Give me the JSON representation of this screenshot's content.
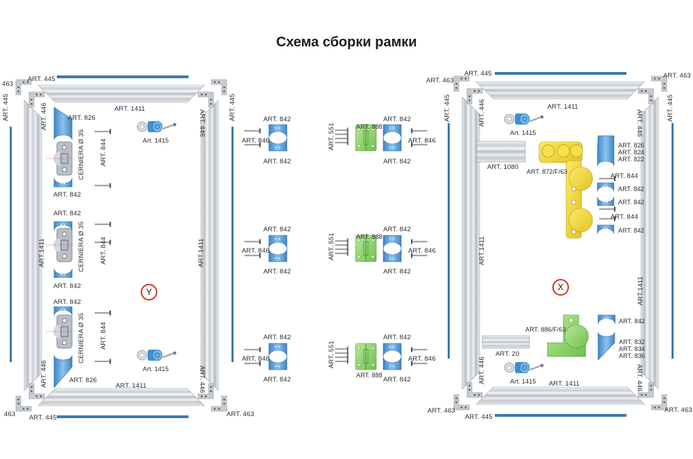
{
  "title": "Схема сборки рамки",
  "diagrams": {
    "left_frame": {
      "marker": "Y",
      "labels": {
        "art_463_tl": "463",
        "art_445_top": "ART. 445",
        "art_445_left": "ART. 445",
        "art_446_tl": "ART. 446",
        "art_826_top": "ART. 826",
        "art_1411_top": "ART. 1411",
        "art_1415_top": "Art. 1415",
        "art_446_tr": "ART. 446",
        "art_445_right": "ART. 445",
        "cerniera_1": "CERNIERA Ø 35",
        "art_844_1": "ART. 844",
        "art_842_1": "ART. 842",
        "art_842_2": "ART. 842",
        "art_1411_left": "ART.1411",
        "cerniera_2": "CERNIERA Ø 35",
        "art_844_2": "ART. 844",
        "art_842_3": "ART. 842",
        "art_1411_right": "ART.1411",
        "art_842_4": "ART. 842",
        "cerniera_3": "CERNIERA Ø 35",
        "art_844_3": "ART. 844",
        "art_1415_bottom": "Art. 1415",
        "art_446_bl": "ART. 446",
        "art_826_bottom": "ART. 826",
        "art_1411_bottom": "ART. 1411",
        "art_446_br": "ART. 446",
        "art_463_bl": "463",
        "art_445_bottom": "ART. 445",
        "art_463_br": "ART. 463"
      }
    },
    "middle_column": {
      "groups": [
        {
          "top": "ART. 842",
          "screws": "ART. 846",
          "bottom": "ART. 842"
        },
        {
          "top": "ART. 842",
          "screws": "ART. 846",
          "bottom": "ART. 842"
        },
        {
          "top": "ART. 842",
          "screws": "ART. 846",
          "bottom": "ART. 842"
        }
      ]
    },
    "hinge_column": {
      "groups": [
        {
          "screws": "ART. 551",
          "hinge": "ART. 888",
          "top": "ART. 842",
          "right_screws": "ART. 846",
          "bottom": "ART. 842"
        },
        {
          "screws": "ART. 551",
          "hinge": "ART. 888",
          "top": "ART. 842",
          "right_screws": "ART. 846",
          "bottom": "ART. 842"
        },
        {
          "screws": "ART. 551",
          "hinge": "ART. 888",
          "top": "ART. 842",
          "right_screws": "ART. 846",
          "bottom": "ART. 842"
        }
      ]
    },
    "right_frame": {
      "marker": "X",
      "labels": {
        "art_445_top": "ART. 445",
        "art_463_tl": "ART. 463",
        "art_463_tr": "ART. 463",
        "art_445_left": "ART. 445",
        "art_446_tl": "ART. 446",
        "art_1411_top": "ART. 1411",
        "art_446_tr": "ART. 446",
        "art_445_right": "ART. 445",
        "art_1415_top": "Art. 1415",
        "art_1080": "ART. 1080",
        "art_872": "ART. 872/F/63",
        "art_826": "ART. 826",
        "art_824": "ART. 824",
        "art_822": "ART. 822",
        "art_844_1": "ART. 844",
        "art_842_1": "ART. 842",
        "art_842_2": "ART. 842",
        "art_844_2": "ART. 844",
        "art_842_3": "ART. 842",
        "art_1411_left": "ART.1411",
        "art_1411_right": "ART.1411",
        "art_886": "ART. 886/F/63",
        "art_842_4": "ART. 842",
        "art_832": "ART. 832",
        "art_834": "ART. 834",
        "art_836": "ART. 836",
        "art_20": "ART. 20",
        "art_1415_bottom": "Art. 1415",
        "art_1411_bottom": "ART. 1411",
        "art_446_bl": "ART. 446",
        "art_446_br": "ART. 446",
        "art_463_bl": "ART. 463",
        "art_463_br": "ART. 463",
        "art_445_bottom": "ART. 445"
      }
    }
  },
  "colors": {
    "blue_bar": "#3f79a8",
    "blue_part": "#5a9fd8",
    "green_part": "#8fd36a",
    "yellow_part": "#f2d83a",
    "marker_ring": "#d9302a"
  }
}
